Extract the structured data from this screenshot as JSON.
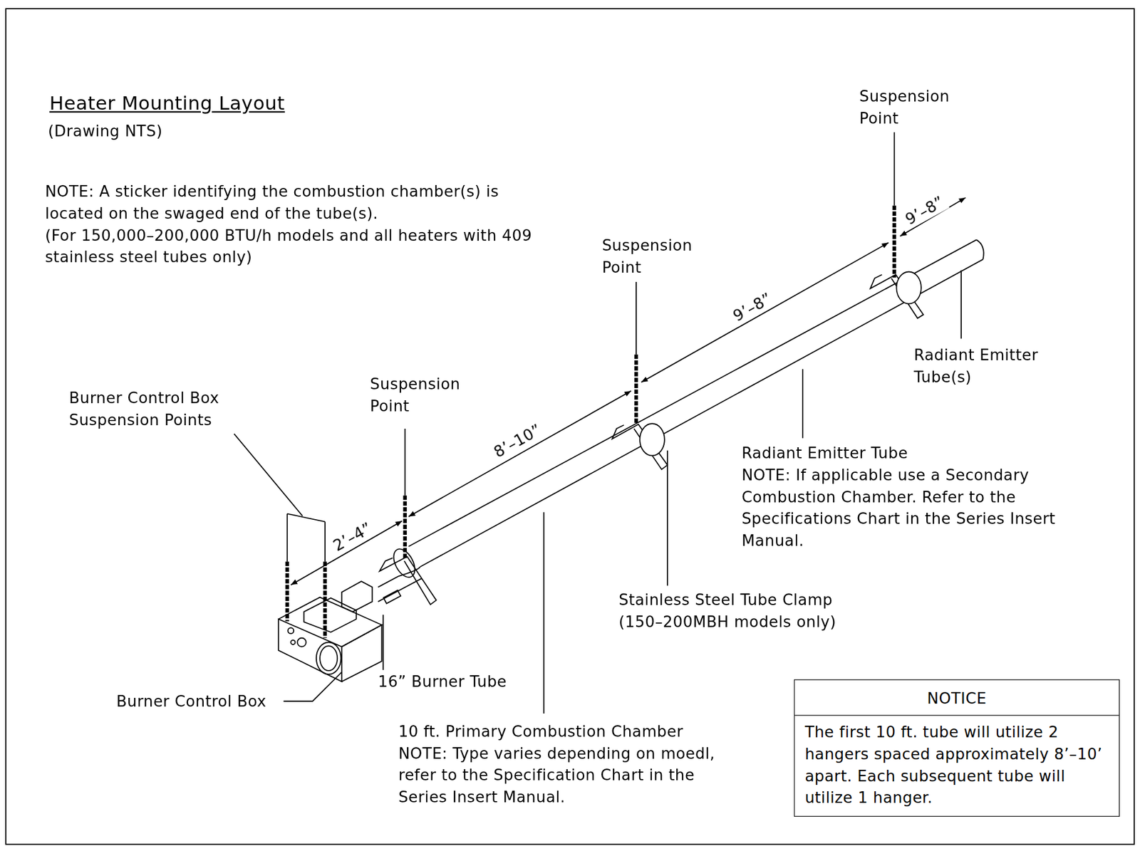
{
  "diagram": {
    "title": "Heater Mounting Layout",
    "nodes": [
      {
        "text": [
          "NOTICE",
          "The first 10 ft. tube will utilize 2 hangers spaced approximately 8’–10’ apart. Each subsequent tube will utilize 1 hanger."
        ]
      }
    ],
    "labels": [
      "(Drawing NTS)",
      "NOTE: A sticker identifying the combustion chamber(s) is located on the swaged end of the tube(s).",
      "(For 150,000–200,000 BTU/h models and all heaters with 409 stainless steel tubes only)",
      "Suspension Point",
      "9’–8”",
      "Suspension Point",
      "9’–8”",
      "Suspension Point",
      "Radiant Emitter Tube(s)",
      "Burner Control Box Suspension Points",
      "8’–10”",
      "Radiant Emitter Tube",
      "NOTE: If applicable use a Secondary Combustion Chamber. Refer to the Specifications Chart in the Series Insert Manual.",
      "2’–4”",
      "Stainless Steel Tube Clamp",
      "(150–200MBH models only)",
      "16” Burner Tube",
      "Burner Control Box",
      "10 ft. Primary Combustion Chamber",
      "NOTE: Type varies depending on moedl, refer to the Specification Chart in the Series Insert Manual."
    ]
  }
}
